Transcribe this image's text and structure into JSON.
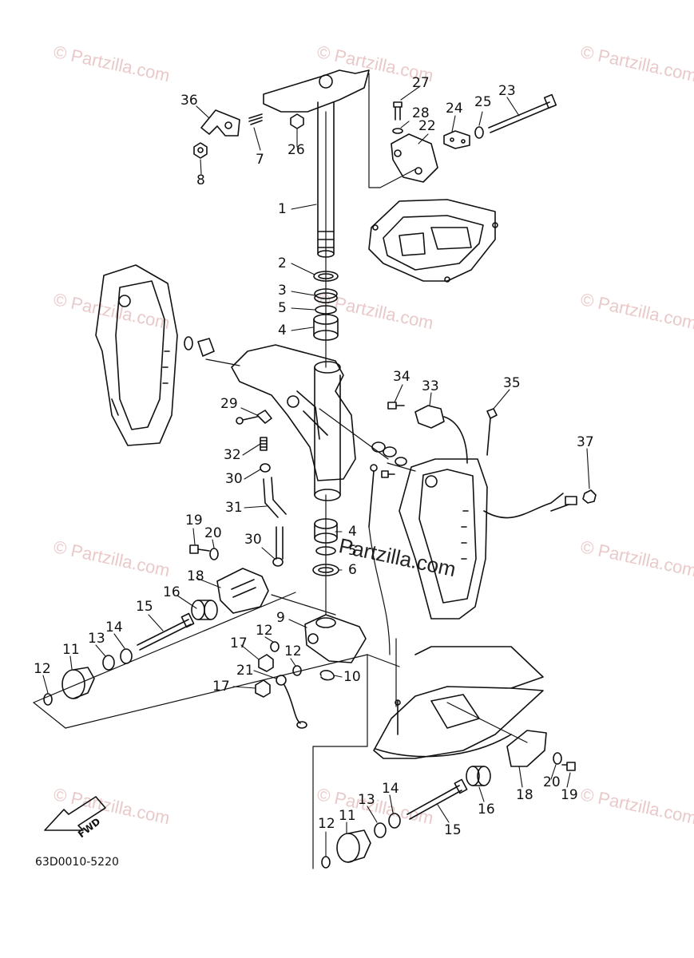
{
  "diagram": {
    "code": "63D0010-5220",
    "fwd_label": "FWD",
    "watermark": "© Partzilla.com",
    "watermark_main": "Partzilla.com",
    "callouts": {
      "c1": "1",
      "c2": "2",
      "c3": "3",
      "c4a": "4",
      "c4b": "4",
      "c5a": "5",
      "c5b": "5",
      "c6": "6",
      "c7": "7",
      "c8": "8",
      "c9": "9",
      "c10": "10",
      "c11a": "11",
      "c11b": "11",
      "c12a": "12",
      "c12b": "12",
      "c12c": "12",
      "c12d": "12",
      "c13a": "13",
      "c13b": "13",
      "c14a": "14",
      "c14b": "14",
      "c15a": "15",
      "c15b": "15",
      "c16a": "16",
      "c16b": "16",
      "c17a": "17",
      "c17b": "17",
      "c18a": "18",
      "c18b": "18",
      "c19a": "19",
      "c19b": "19",
      "c20a": "20",
      "c20b": "20",
      "c21": "21",
      "c22": "22",
      "c23": "23",
      "c24": "24",
      "c25": "25",
      "c26": "26",
      "c27": "27",
      "c28": "28",
      "c29": "29",
      "c30a": "30",
      "c30b": "30",
      "c31": "31",
      "c32": "32",
      "c33": "33",
      "c34": "34",
      "c35": "35",
      "c36": "36",
      "c37": "37"
    }
  }
}
